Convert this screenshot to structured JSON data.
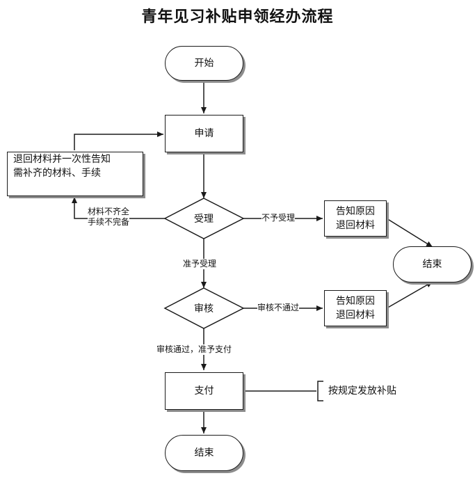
{
  "title": "青年见习补贴申领经办流程",
  "nodes": {
    "start": "开始",
    "apply": "申请",
    "return_note_line1": "退回材料并一次性告知",
    "return_note_line2": "需补齐的材料、手续",
    "accept": "受理",
    "reject_accept_box_line1": "告知原因",
    "reject_accept_box_line2": "退回材料",
    "end_right": "结束",
    "review": "审核",
    "reject_review_box_line1": "告知原因",
    "reject_review_box_line2": "退回材料",
    "pay": "支付",
    "pay_note": "按规定发放补贴",
    "end_bottom": "结束"
  },
  "edges": {
    "incomplete_line1": "材料不齐全",
    "incomplete_line2": "手续不完备",
    "not_accepted": "不予受理",
    "accepted": "准予受理",
    "review_fail": "审核不通过",
    "review_pass": "审核通过，准予支付"
  }
}
